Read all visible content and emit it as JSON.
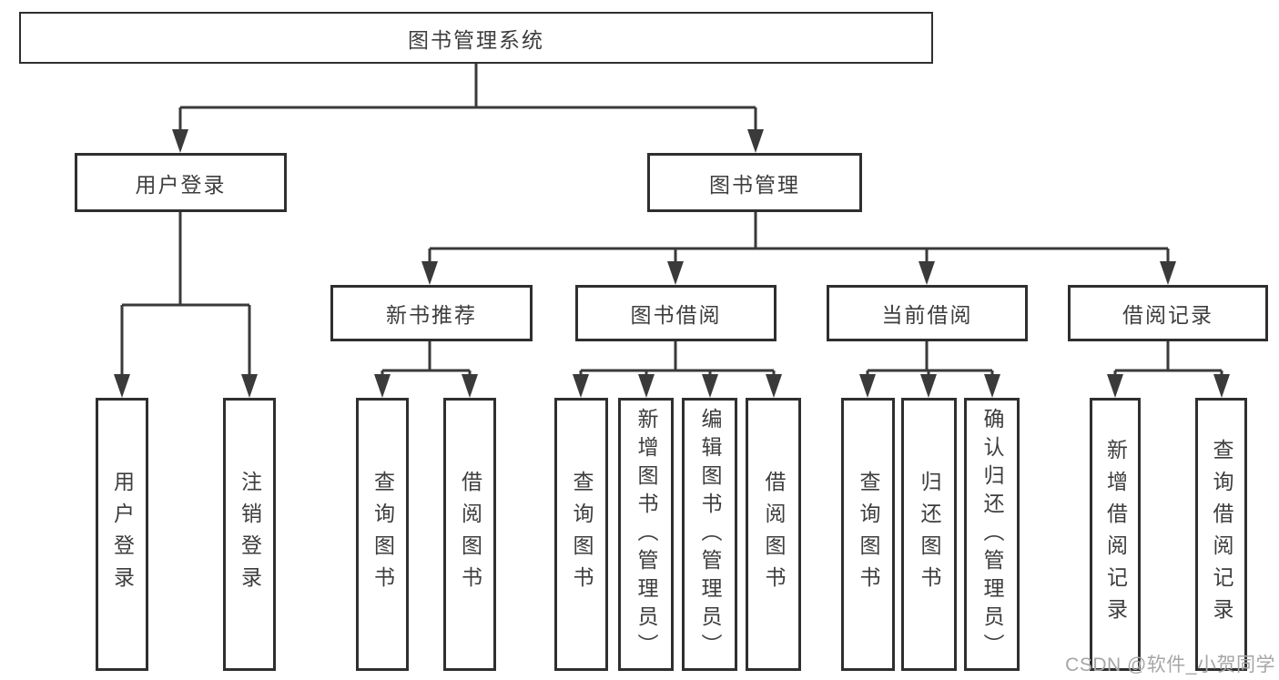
{
  "root": {
    "label": "图书管理系统"
  },
  "branches": [
    {
      "label": "用户登录",
      "children": [
        "用户登录",
        "注销登录"
      ]
    },
    {
      "label": "图书管理"
    }
  ],
  "modules": [
    {
      "label": "新书推荐",
      "children": [
        "查询图书",
        "借阅图书"
      ]
    },
    {
      "label": "图书借阅",
      "children": [
        "查询图书",
        "新增图书（管理员）",
        "编辑图书（管理员）",
        "借阅图书"
      ]
    },
    {
      "label": "当前借阅",
      "children": [
        "查询图书",
        "归还图书",
        "确认归还（管理员）"
      ]
    },
    {
      "label": "借阅记录",
      "children": [
        "新增借阅记录",
        "查询借阅记录"
      ]
    }
  ],
  "watermark": "CSDN @软件_小贺同学",
  "colors": {
    "line": "#3a3a3a",
    "text": "#3d3d3d",
    "watermark": "#a6a6a6",
    "background": "#ffffff"
  }
}
